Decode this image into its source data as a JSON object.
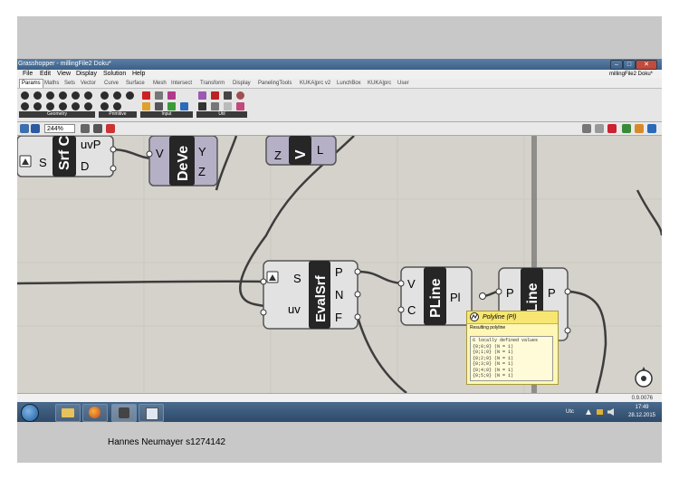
{
  "window": {
    "title": "Grasshopper - millingFile2 Doku*",
    "doc_title": "millingFile2 Doku*",
    "menu": [
      "File",
      "Edit",
      "View",
      "Display",
      "Solution",
      "Help"
    ],
    "tabs": [
      "Params",
      "Maths",
      "Sets",
      "Vector",
      "Curve",
      "Surface",
      "Mesh",
      "Intersect",
      "Transform",
      "Display",
      "PanelingTools",
      "KUKA|prc v2",
      "LunchBox",
      "KUKA|prc",
      "User"
    ],
    "active_tab": "Params",
    "ribbon_groups": [
      "Geometry",
      "Primitive",
      "Input",
      "Util"
    ],
    "zoom": "244%",
    "version": "0.9.0076"
  },
  "canvas": {
    "components": {
      "srf_partial": {
        "inputs": [
          "S"
        ],
        "name": "Srf C",
        "outputs": [
          "uvP",
          "D"
        ]
      },
      "deve_partial": {
        "inputs": [
          "V"
        ],
        "name": "DeVe",
        "outputs": [
          "Y",
          "Z"
        ]
      },
      "vl_partial": {
        "inputs": [
          "Z"
        ],
        "name": "V",
        "outputs": [
          "L"
        ]
      },
      "evalsrf": {
        "inputs": [
          "S",
          "uv"
        ],
        "name": "EvalSrf",
        "outputs": [
          "P",
          "N",
          "F"
        ]
      },
      "pline1": {
        "inputs": [
          "V",
          "C"
        ],
        "name": "PLine",
        "outputs": [
          "Pl"
        ]
      },
      "pline2": {
        "inputs": [
          "P"
        ],
        "name": "PLine",
        "outputs": [
          "P"
        ]
      }
    },
    "tooltip": {
      "title": "Polyline (Pl)",
      "description": "Resulting polyline",
      "lines": [
        "6 locally defined values",
        "{0;0;0} (N = 1)",
        "{0;1;0} (N = 1)",
        "{0;2;0} (N = 1)",
        "{0;3;0} (N = 1)",
        "{0;4;0} (N = 1)",
        "{0;5;0} (N = 1)"
      ]
    }
  },
  "taskbar": {
    "lang": "Utc",
    "time": "17:49",
    "date": "28.12.2015"
  },
  "footer": {
    "author": "Hannes Neumayer s1274142"
  },
  "colors": {
    "canvas_bg": "#d5d2cb",
    "component_body": "#e2e2e2",
    "component_purple": "#b6b0c6",
    "component_name_bg": "#262626",
    "wire": "#3d3d3d",
    "tooltip_bg": "#fff7b3"
  }
}
